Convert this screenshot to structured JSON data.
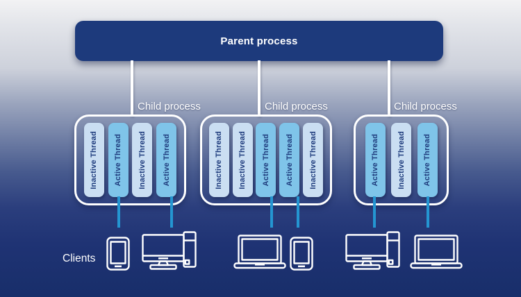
{
  "parent": {
    "label": "Parent process"
  },
  "children": [
    {
      "label": "Child process",
      "threads": [
        {
          "label": "Inactive Thread",
          "state": "inactive"
        },
        {
          "label": "Active Thread",
          "state": "active"
        },
        {
          "label": "Inactive Thread",
          "state": "inactive"
        },
        {
          "label": "Active Thread",
          "state": "active"
        }
      ]
    },
    {
      "label": "Child process",
      "threads": [
        {
          "label": "Inactive Thread",
          "state": "inactive"
        },
        {
          "label": "Inactive Thread",
          "state": "inactive"
        },
        {
          "label": "Active Thread",
          "state": "active"
        },
        {
          "label": "Active Thread",
          "state": "active"
        },
        {
          "label": "Inactive Thread",
          "state": "inactive"
        }
      ]
    },
    {
      "label": "Child process",
      "threads": [
        {
          "label": "Active Thread",
          "state": "active"
        },
        {
          "label": "Inactive Thread",
          "state": "inactive"
        },
        {
          "label": "Active Thread",
          "state": "active"
        }
      ]
    }
  ],
  "clients": {
    "label": "Clients",
    "groups": [
      {
        "devices": [
          "smartphone-icon",
          "desktop-computer-icon"
        ]
      },
      {
        "devices": [
          "laptop-icon",
          "smartphone-icon"
        ]
      },
      {
        "devices": [
          "desktop-computer-icon",
          "laptop-icon"
        ]
      }
    ]
  },
  "colors": {
    "parent_box": "#1d3a7c",
    "active_thread": "#7fc4e9",
    "inactive_thread": "#cadef2",
    "thread_text": "#1f3c7d",
    "parent_connector": "#ffffff",
    "client_connector": "#2496d2",
    "background_bottom": "#182e6a"
  }
}
